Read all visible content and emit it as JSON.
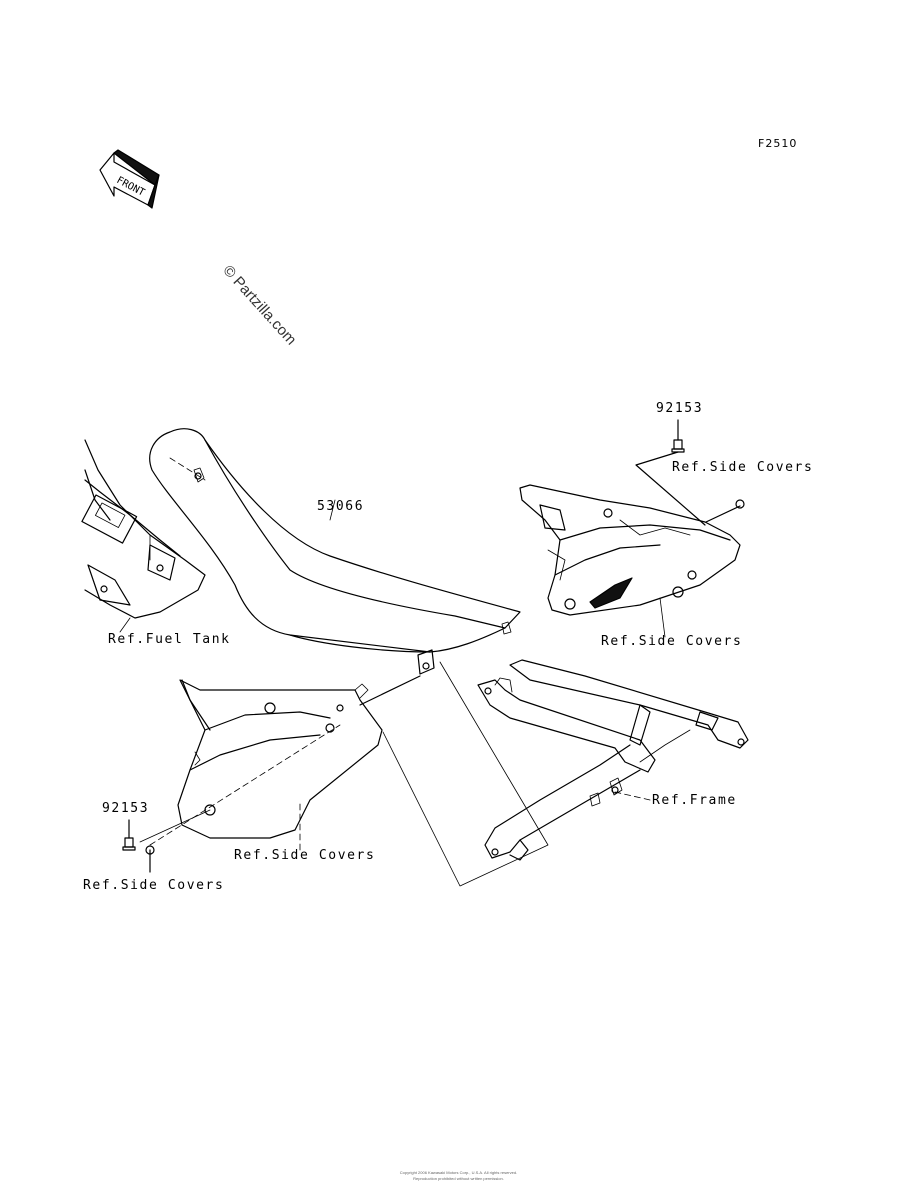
{
  "diagram": {
    "figure_code": "F2510",
    "front_badge": "FRONT",
    "watermark": "© Partzilla.com",
    "labels": {
      "part_92153_top": "92153",
      "ref_side_covers_top": "Ref.Side Covers",
      "part_53066": "53066",
      "ref_fuel_tank": "Ref.Fuel Tank",
      "ref_side_covers_right": "Ref.Side Covers",
      "ref_frame": "Ref.Frame",
      "part_92153_bottom": "92153",
      "ref_side_covers_mid": "Ref.Side Covers",
      "ref_side_covers_bottom": "Ref.Side Covers"
    },
    "footer_line1": "Copyright 2006 Kawasaki Motors Corp., U.S.A. All rights reserved.",
    "footer_line2": "Reproduction prohibited without written permission."
  }
}
